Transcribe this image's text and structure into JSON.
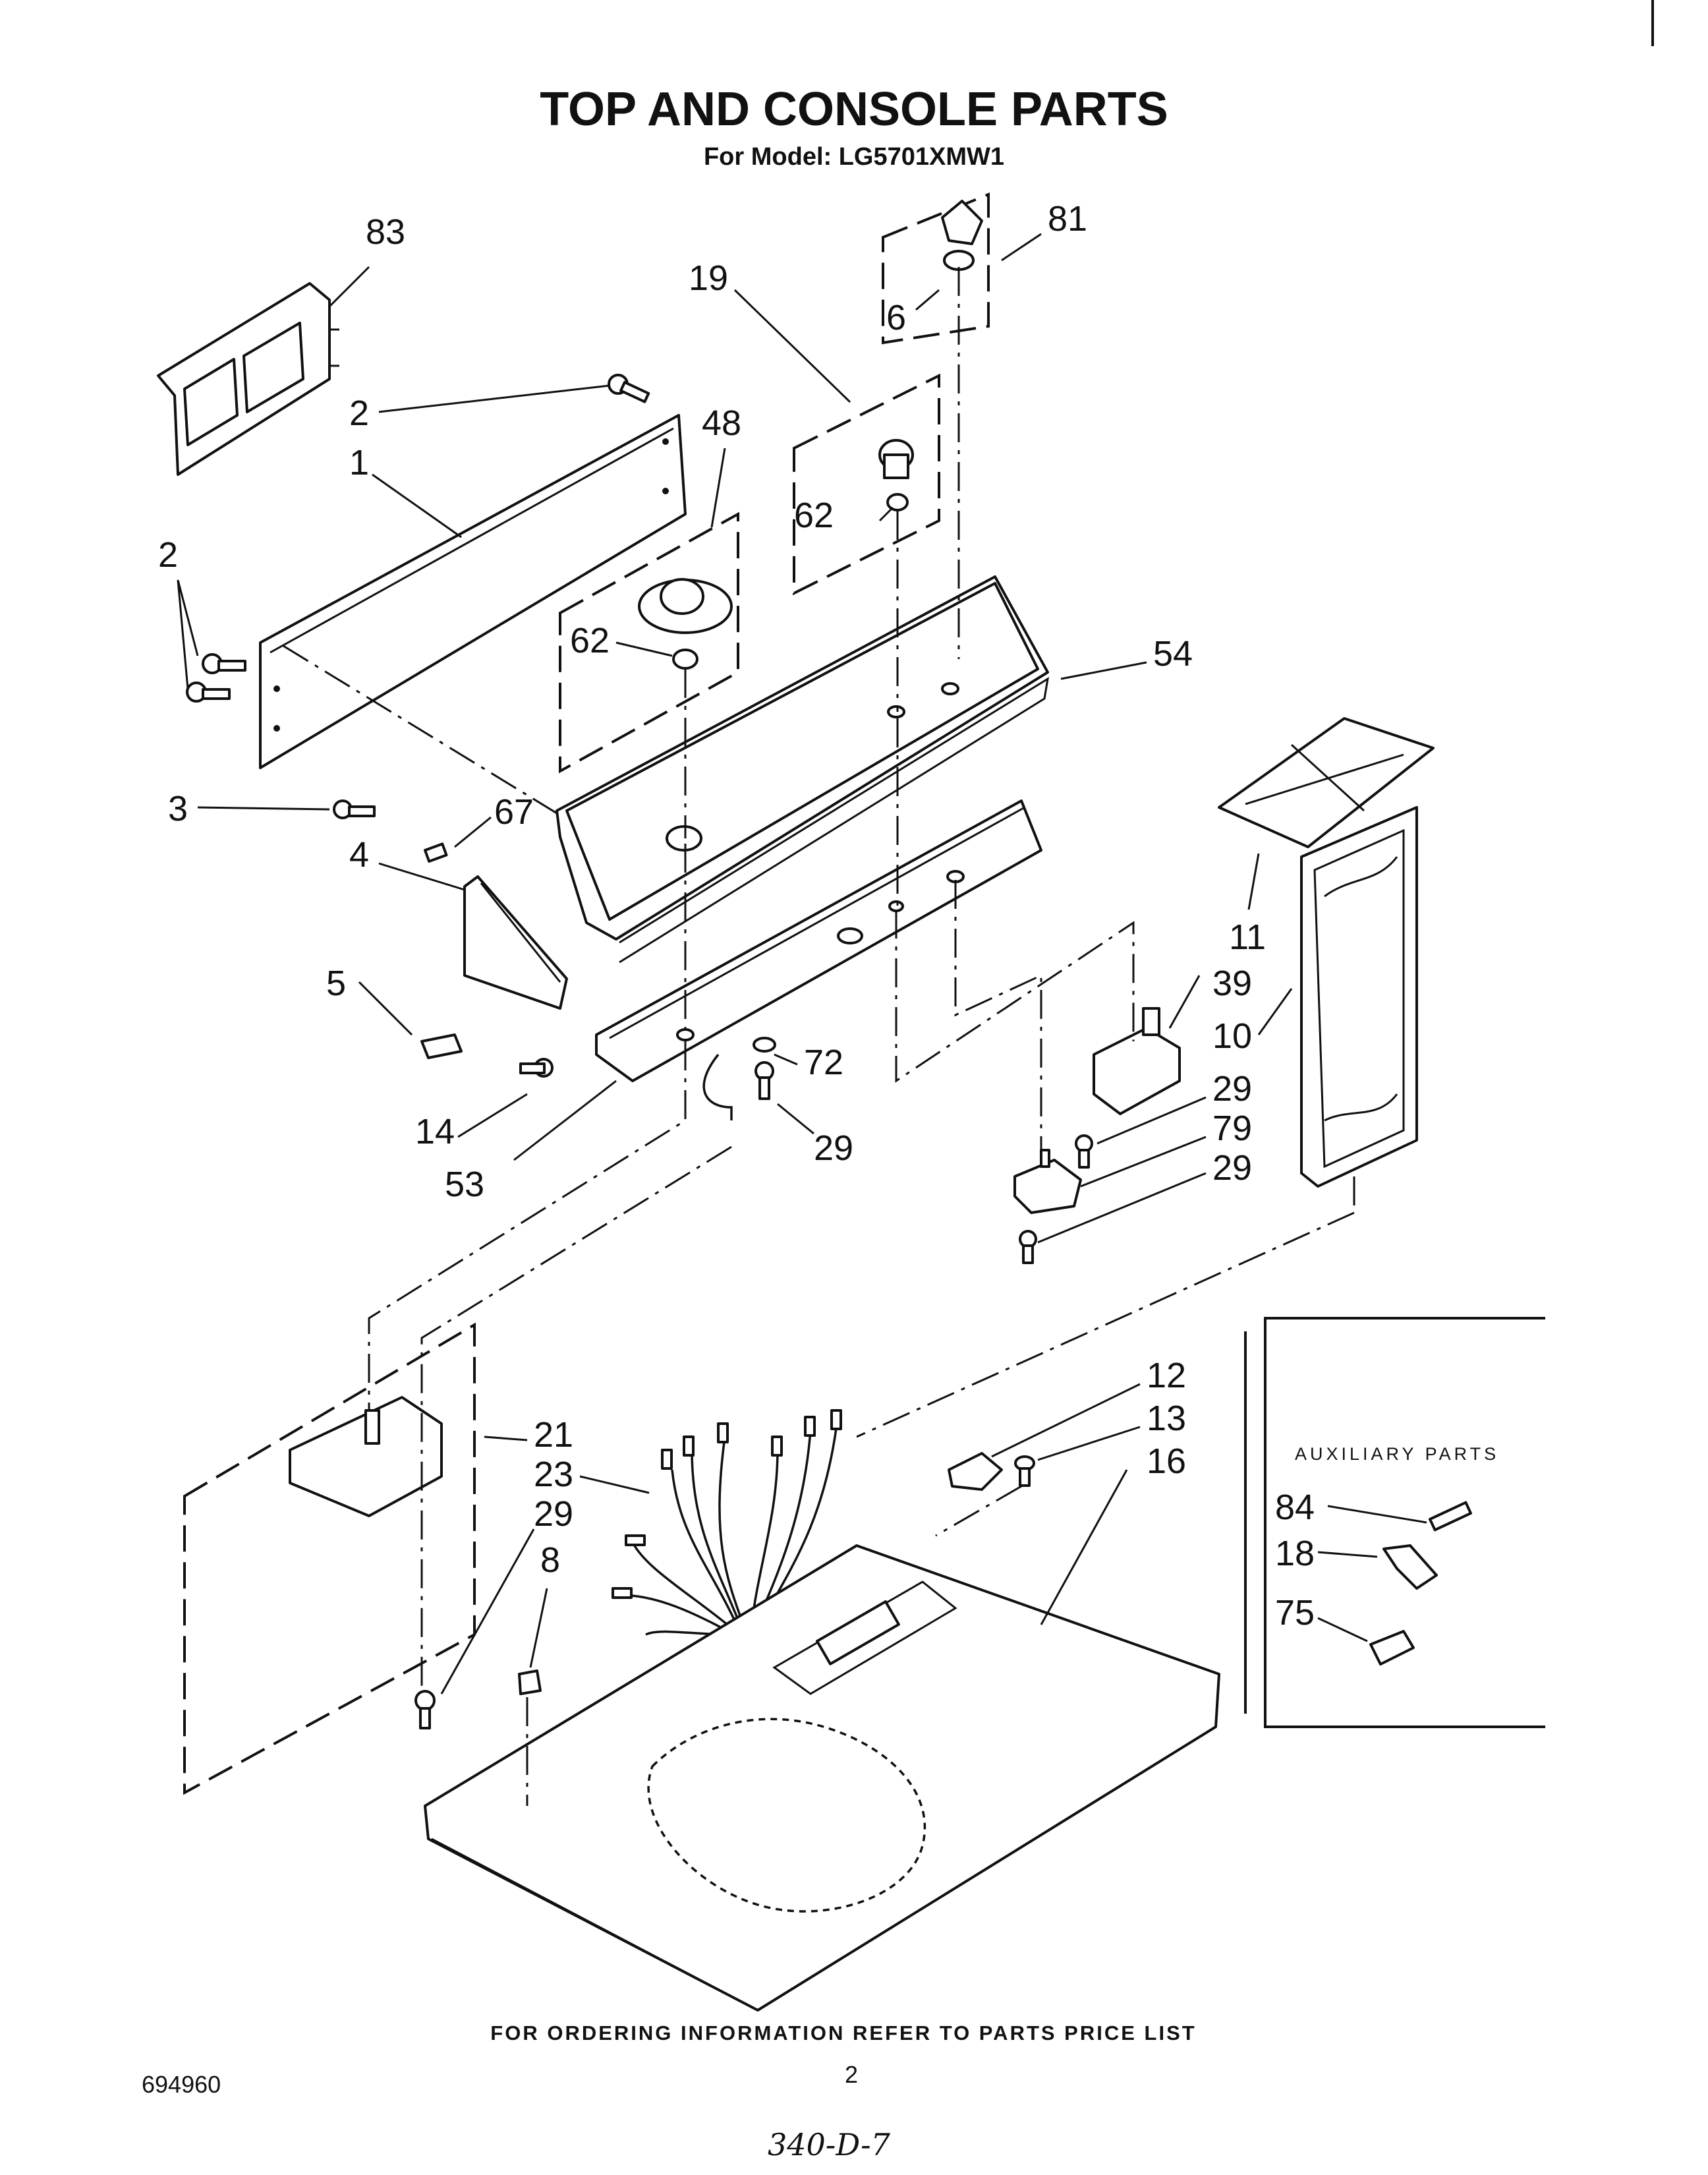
{
  "header": {
    "title": "TOP AND CONSOLE PARTS",
    "model_line": "For Model: LG5701XMW1"
  },
  "callouts": {
    "c83": "83",
    "c81": "81",
    "c19": "19",
    "c6": "6",
    "c2a": "2",
    "c48": "48",
    "c1": "1",
    "c62a": "62",
    "c2b": "2",
    "c62b": "62",
    "c54": "54",
    "c3": "3",
    "c67": "67",
    "c4": "4",
    "c11": "11",
    "c39": "39",
    "c5": "5",
    "c10": "10",
    "c72": "72",
    "c29a": "29",
    "c79": "79",
    "c14": "14",
    "c29b": "29",
    "c29c": "29",
    "c53": "53",
    "c12": "12",
    "c13": "13",
    "c21": "21",
    "c16": "16",
    "c23": "23",
    "c29d": "29",
    "c8": "8"
  },
  "auxiliary": {
    "heading": "AUXILIARY PARTS",
    "items": [
      {
        "number": "84"
      },
      {
        "number": "18"
      },
      {
        "number": "75"
      }
    ]
  },
  "footer": {
    "ordering_note": "FOR ORDERING INFORMATION REFER TO PARTS PRICE LIST",
    "doc_number": "694960",
    "page_number": "2",
    "handwritten": "340-D-7"
  }
}
